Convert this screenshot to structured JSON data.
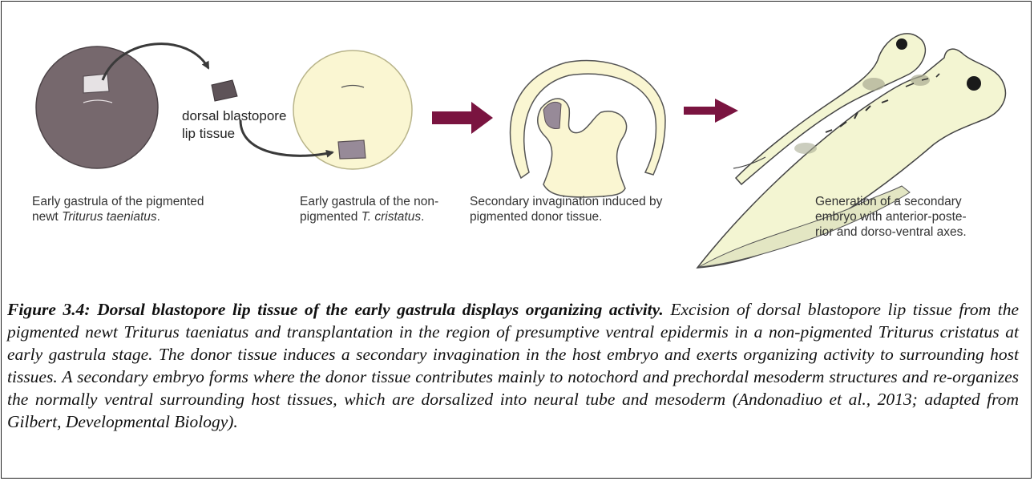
{
  "diagram": {
    "callout": "dorsal blastopore\nlip tissue",
    "stages": [
      {
        "pre": "Early gastrula of the pigmented\nnewt ",
        "italic": "Triturus taeniatus",
        "post": "."
      },
      {
        "pre": "Early gastrula of the non-\npigmented ",
        "italic": "T. cristatus",
        "post": "."
      },
      {
        "pre": "Secondary invagination induced by\npigmented donor tissue.",
        "italic": "",
        "post": ""
      },
      {
        "pre": "Generation of a secondary\nembryo with anterior-poste-\nrior and dorso-ventral axes.",
        "italic": "",
        "post": ""
      }
    ],
    "colors": {
      "pigmented": "#76686d",
      "host": "#faf6d2",
      "donor_patch": "#978a98",
      "arrow": "#7a1440",
      "outline": "#3a3a3a"
    }
  },
  "caption": {
    "lead": "Figure 3.4: Dorsal blastopore lip tissue of the early gastrula displays organizing activity.",
    "body": " Excision of dorsal blastopore lip tissue from the pigmented newt Triturus taeniatus and transplantation in the region of presumptive ventral epidermis in a non-pigmented Triturus cristatus at early gastrula stage. The donor tissue induces a secondary invagination in the host embryo and exerts organizing activity to surrounding host tissues. A secondary embryo forms where the donor tissue contributes mainly to notochord and prechordal mesoderm structures and re-organizes the normally ventral surrounding host tissues, which are dorsalized into neural tube and mesoderm (Andonadiuo et al., 2013; adapted from Gilbert, Developmental Biology)."
  }
}
